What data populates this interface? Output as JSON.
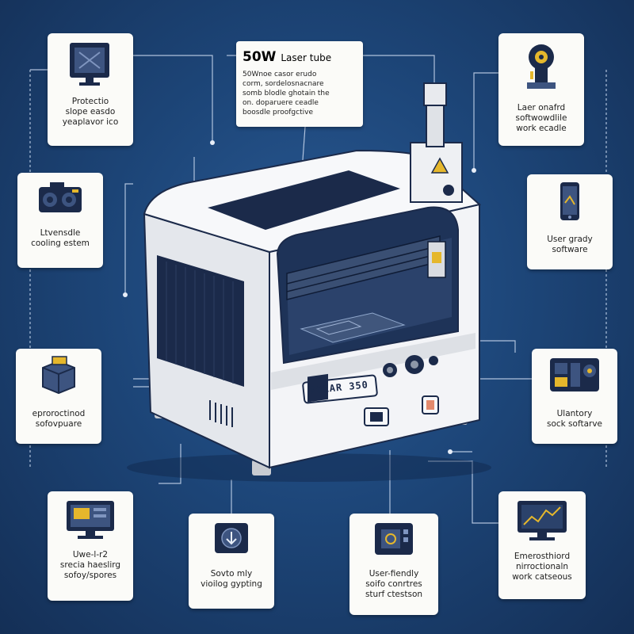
{
  "colors": {
    "background": "#1d4679",
    "card": "#fbfbf8",
    "machine_body": "#eef0f3",
    "machine_dark": "#1b2a4a",
    "accent_yellow": "#e5b72c",
    "connector": "#c9d8ee"
  },
  "hero": {
    "title_big": "50W",
    "title_small": "Laser tube",
    "lines": [
      "50Wnoe casor erudo",
      "corm, sordelosnacnare",
      "somb blodle ghotain the",
      "on. doparuere ceadle",
      "boosdle proofgctive"
    ]
  },
  "machine": {
    "label": "POLAR 350"
  },
  "features": [
    {
      "id": "protective",
      "icon": "monitor-icon",
      "lines": [
        "Protectio",
        "slope easdo",
        "yeaplavor ico"
      ]
    },
    {
      "id": "laser-safety",
      "icon": "laser-head-icon",
      "lines": [
        "Laer onafrd",
        "softwowdlile",
        "work ecadle"
      ]
    },
    {
      "id": "cooling",
      "icon": "camera-icon",
      "lines": [
        "Ltvensdle",
        "cooling estem"
      ]
    },
    {
      "id": "software",
      "icon": "phone-icon",
      "lines": [
        "User grady",
        "software"
      ]
    },
    {
      "id": "software-left",
      "icon": "box-icon",
      "lines": [
        "eproroctinod",
        "sofovpuare"
      ]
    },
    {
      "id": "software-right",
      "icon": "dashboard-icon",
      "lines": [
        "Ulantory",
        "sock softarve"
      ]
    },
    {
      "id": "handling",
      "icon": "computer-icon",
      "lines": [
        "Uwe-l-r2",
        "srecia haeslirg",
        "sofoy/spores"
      ]
    },
    {
      "id": "viewing",
      "icon": "download-icon",
      "lines": [
        "Sovto mly",
        "vioilog gypting"
      ]
    },
    {
      "id": "controls",
      "icon": "tablet-icon",
      "lines": [
        "User-fiendly",
        "soifo conrtres",
        "sturf ctestson"
      ]
    },
    {
      "id": "workarea",
      "icon": "chart-monitor-icon",
      "lines": [
        "Emerosthiord",
        "nirroctionaln",
        "work catseous"
      ]
    }
  ]
}
